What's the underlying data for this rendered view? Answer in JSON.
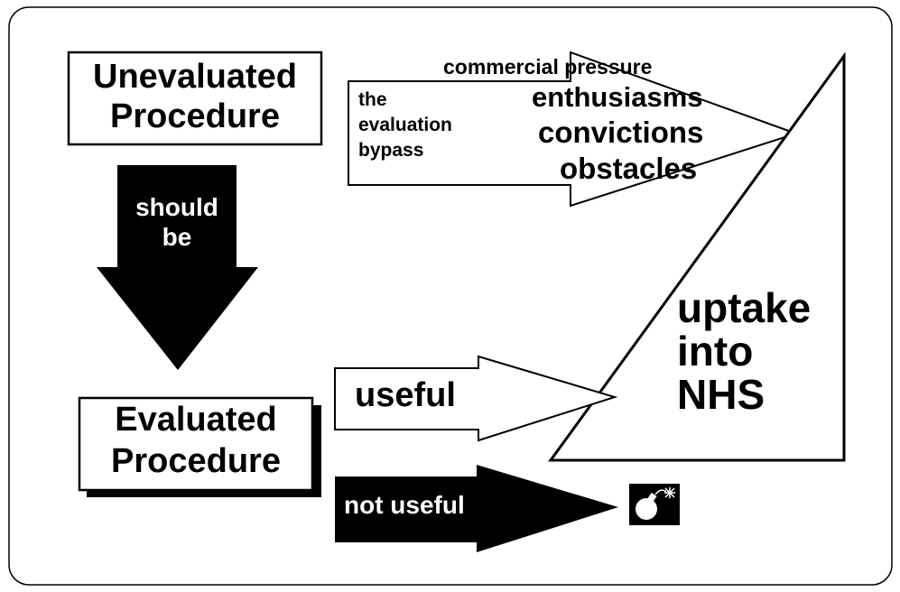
{
  "boxes": {
    "unevaluated": {
      "line1": "Unevaluated",
      "line2": "Procedure"
    },
    "evaluated": {
      "line1": "Evaluated",
      "line2": "Procedure"
    }
  },
  "arrows": {
    "should_be": {
      "line1": "should",
      "line2": "be"
    },
    "bypass": {
      "line1": "the",
      "line2": "evaluation",
      "line3": "bypass"
    },
    "useful": "useful",
    "not_useful": "not useful"
  },
  "influences": {
    "commercial": "commercial pressure",
    "enthusiasms": "enthusiasms",
    "convictions": "convictions",
    "obstacles": "obstacles"
  },
  "uptake": {
    "line1": "uptake",
    "line2": "into",
    "line3": "NHS"
  },
  "icons": {
    "outcome": "bomb-icon"
  },
  "colors": {
    "fill": "#000000",
    "background": "#ffffff"
  }
}
